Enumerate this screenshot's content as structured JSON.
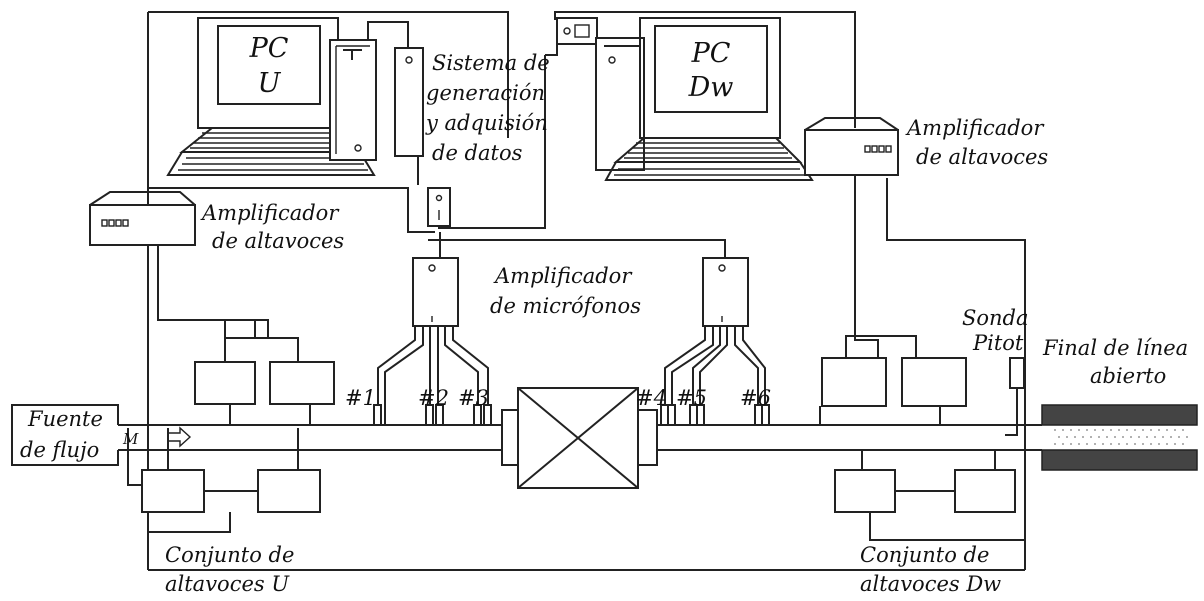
{
  "pc_u": {
    "line1": "PC",
    "line2": "U"
  },
  "pc_dw": {
    "line1": "PC",
    "line2": "Dw"
  },
  "acquisition": {
    "lines": [
      "Sistema de",
      "generación",
      "y adquisión",
      "de datos"
    ]
  },
  "amp_left": {
    "lines": [
      "Amplificador",
      "de altavoces"
    ]
  },
  "amp_right": {
    "lines": [
      "Amplificador",
      "de altavoces"
    ]
  },
  "mic_amp": {
    "lines": [
      "Amplificador",
      "de micrófonos"
    ]
  },
  "pitot": {
    "lines": [
      "Sonda",
      "Pitot"
    ]
  },
  "line_end": {
    "lines": [
      "Final de línea",
      "abierto"
    ]
  },
  "source": {
    "lines": [
      "Fuente",
      "de flujo"
    ]
  },
  "flow_marker": "M",
  "speakers_u": {
    "lines": [
      "Conjunto de",
      "altavoces U"
    ]
  },
  "speakers_dw": {
    "lines": [
      "Conjunto de",
      "altavoces Dw"
    ]
  },
  "mics": [
    "#1",
    "#2",
    "#3",
    "#4",
    "#5",
    "#6"
  ]
}
